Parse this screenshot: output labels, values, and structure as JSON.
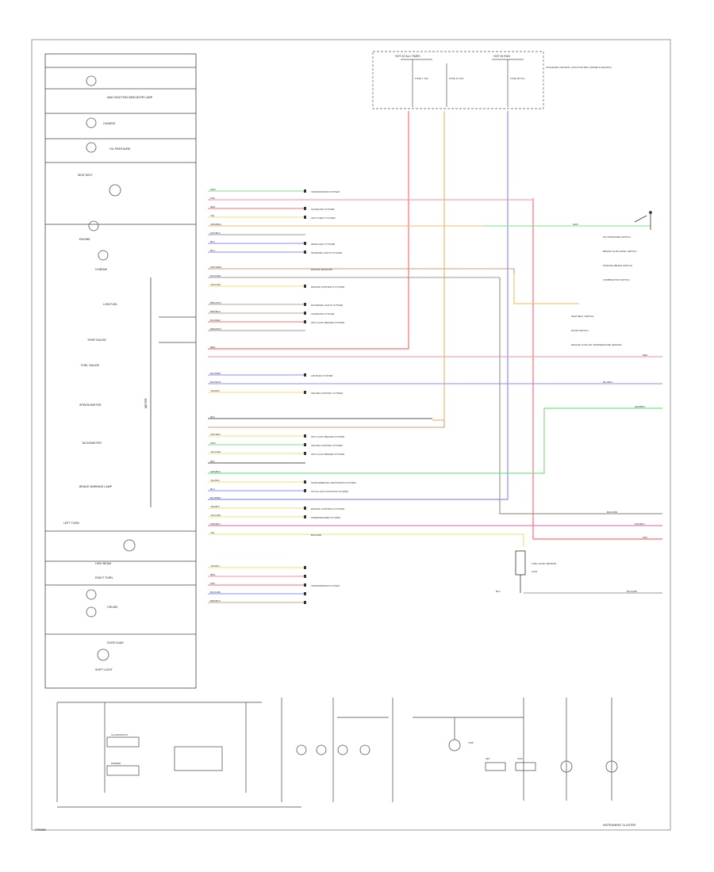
{
  "diagram": {
    "footer_left": "CPMWD",
    "footer_right": "INSTRUMENT CLUSTER",
    "fuses": {
      "hot_at_all": "HOT AT ALL TIMES",
      "hot_in_run": "HOT IN RUN",
      "fuse_1": "FUSE 7 10A",
      "fuse_2": "FUSE 12 15A",
      "fuse_3": "FUSE 28 10A",
      "fuse_box_note": "STANDARD CENTRAL JUNCTION BOX (INSIDE FUSE BOX)"
    },
    "cluster_labels": [
      "MALFUNCTION INDICATOR LAMP",
      "CHARGE",
      "OIL PRESSURE",
      "SEAT BELT",
      "ENGINE",
      "HI BEAM",
      "LOW FUEL",
      "TEMP GAUGE",
      "FUEL GAUGE",
      "SPEEDOMETER",
      "TACHOMETER",
      "BRAKE WARNING LAMP",
      "LEFT TURN",
      "RIGHT TURN",
      "HIGH BEAM",
      "CRUISE",
      "DOOR AJAR",
      "SHIFT LIGHT",
      "METER"
    ],
    "wire_labels": [
      {
        "color": "GRN",
        "dest": "TRANSMISSION SYSTEM"
      },
      {
        "color": "PNK",
        "dest": ""
      },
      {
        "color": "RED",
        "dest": "CHARGING SYSTEM"
      },
      {
        "color": "YEL",
        "dest": "ANTI-THEFT SYSTEM"
      },
      {
        "color": "ORN/BRN",
        "dest": ""
      },
      {
        "color": "GRY/BLK",
        "dest": "HEADLIGHT SYSTEM"
      },
      {
        "color": "BLU",
        "dest": ""
      },
      {
        "color": "BLU",
        "dest": "INTERIOR LIGHTS SYSTEM"
      },
      {
        "color": "WHT/RED",
        "dest": "ENGINE SENSORS"
      },
      {
        "color": "BLK/GRN",
        "dest": ""
      },
      {
        "color": "YEL/GRN",
        "dest": "ENGINE CONTROLS SYSTEM"
      },
      {
        "color": "BRN/WHT",
        "dest": "EXTERIOR LIGHTS SYSTEM"
      },
      {
        "color": "BRN/BLK",
        "dest": "CHARGING SYSTEM"
      },
      {
        "color": "BLK/RED",
        "dest": "ANTI-LOCK BRAKES SYSTEM"
      },
      {
        "color": "RED/WHT",
        "dest": ""
      },
      {
        "color": "RED",
        "dest": ""
      },
      {
        "color": "BLU/RED",
        "dest": "AIR BAGS SYSTEM"
      },
      {
        "color": "BLK/WHT",
        "dest": ""
      },
      {
        "color": "YEL/BLK",
        "dest": "CRUISE CONTROL SYSTEM"
      },
      {
        "color": "BLK",
        "dest": ""
      },
      {
        "color": "WHT/BLK",
        "dest": "ANTI-LOCK BRAKES SYSTEM"
      },
      {
        "color": "GRN",
        "dest": "CRUISE CONTROL SYSTEM"
      },
      {
        "color": "YEL/GRN",
        "dest": "ANTI-LOCK BRAKES SYSTEM"
      },
      {
        "color": "BLK",
        "dest": ""
      },
      {
        "color": "GRN/BLK",
        "dest": ""
      },
      {
        "color": "YEL/BLK",
        "dest": "SUPPLEMENTAL RESTRAINTS SYSTEM"
      },
      {
        "color": "BLU",
        "dest": "AUTO-LOCK FUNCTION SYSTEM"
      },
      {
        "color": "BLU/RED",
        "dest": ""
      },
      {
        "color": "YEL/BLK",
        "dest": "ENGINE CONTROLS SYSTEM"
      },
      {
        "color": "YEL/GRN",
        "dest": "WIPER/WASHER SYSTEM"
      },
      {
        "color": "PNK/BLK",
        "dest": ""
      },
      {
        "color": "YEL",
        "dest": "BLK/GRN"
      }
    ],
    "bottom_wire_labels": [
      {
        "color": "YEL/BLK",
        "dest": ""
      },
      {
        "color": "RED",
        "dest": ""
      },
      {
        "color": "PNK",
        "dest": "TRANSMISSION SYSTEM"
      },
      {
        "color": "BLK/GRN",
        "dest": ""
      },
      {
        "color": "BRN/BLK",
        "dest": ""
      }
    ],
    "right_labels": [
      "OIL PRESSURE SWITCH",
      "BRAKE FLUID LEVEL SWITCH",
      "PARKING BRAKE SWITCH",
      "COMBINATION SWITCH",
      "SEAT BELT SWITCH",
      "DOOR SWITCH",
      "ENGINE COOLANT TEMPERATURE SENSOR",
      "FUEL LEVEL SENSOR",
      "G101"
    ],
    "right_wire_labels": [
      "GRN",
      "RED",
      "BLU/BLK",
      "GRN/BLK",
      "BLK/GRN",
      "PNK/BLK",
      "PNK",
      "BLK",
      "BLK/GRN"
    ],
    "bottom_labels": [
      "ILLUMINATION",
      "DIMMER",
      "TRIP",
      "SET",
      "ODO"
    ]
  }
}
